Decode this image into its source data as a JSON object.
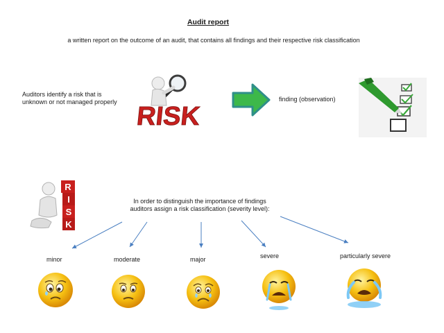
{
  "header": {
    "title": "Audit report",
    "subtitle": "a written report on the outcome of an audit, that contains all findings and their respective risk classification"
  },
  "flow": {
    "identify_line1": "Auditors identify a risk that is",
    "identify_line2": "unknown or not managed properly",
    "risk_logo_text": "RISK",
    "result": "finding (observation)"
  },
  "classification": {
    "intro_line1": "In order to distinguish the importance of findings",
    "intro_line2": "auditors assign a risk classification (severity level):",
    "stack_letters": [
      "R",
      "I",
      "S",
      "K"
    ],
    "levels": [
      {
        "label": "minor",
        "face": "worried-smiley-icon"
      },
      {
        "label": "moderate",
        "face": "sad-smiley-icon"
      },
      {
        "label": "major",
        "face": "teary-smiley-icon"
      },
      {
        "label": "severe",
        "face": "crying-smiley-icon"
      },
      {
        "label": "particularly severe",
        "face": "sobbing-smiley-icon"
      }
    ]
  },
  "colors": {
    "arrow_green": "#3db84a",
    "arrow_teal": "#2f8f8a",
    "connector_blue": "#4a7fc1",
    "risk_red": "#c8201e",
    "smiley_yellow": "#f6c012"
  }
}
